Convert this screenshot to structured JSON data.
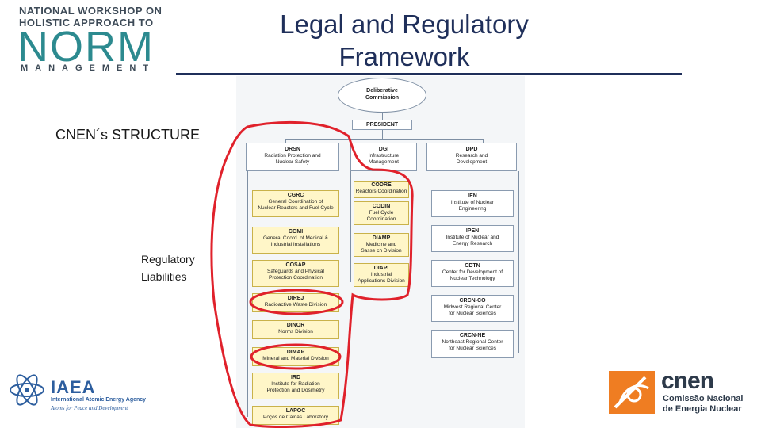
{
  "header": {
    "logo_line1": "NATIONAL WORKSHOP ON",
    "logo_line2": "HOLISTIC APPROACH TO",
    "logo_norm": "NORM",
    "logo_management": "MANAGEMENT",
    "title_line1": "Legal and Regulatory",
    "title_line2": "Framework"
  },
  "left_labels": {
    "structure": "CNEN´s STRUCTURE",
    "regulatory_line1": "Regulatory",
    "regulatory_line2": "Liabilities"
  },
  "orgchart": {
    "commission": {
      "line1": "Deliberative",
      "line2": "Commission"
    },
    "president": "PRESIDENT",
    "directorates": [
      {
        "code": "DRSN",
        "desc1": "Radiation Protection and",
        "desc2": "Nuclear Safety"
      },
      {
        "code": "DGI",
        "desc1": "Infrastructure",
        "desc2": "Management"
      },
      {
        "code": "DPD",
        "desc1": "Research and",
        "desc2": "Development"
      }
    ],
    "drsn_units": [
      {
        "code": "CGRC",
        "desc1": "General Coordination of",
        "desc2": "Nuclear Reactors and Fuel Cycle"
      },
      {
        "code": "CGMI",
        "desc1": "General Coord. of Medical &",
        "desc2": "Industrial Installations"
      },
      {
        "code": "COSAP",
        "desc1": "Safeguards and Physical",
        "desc2": "Protection Coordination"
      },
      {
        "code": "DIREJ",
        "desc1": "Radioactive Waste Division",
        "desc2": ""
      },
      {
        "code": "DINOR",
        "desc1": "Norms Division",
        "desc2": ""
      },
      {
        "code": "DIMAP",
        "desc1": "Mineral and Material Division",
        "desc2": ""
      },
      {
        "code": "IRD",
        "desc1": "Institute for Radiation",
        "desc2": "Protection and Dosimetry"
      },
      {
        "code": "LAPOC",
        "desc1": "Poços de Caldas Laboratory",
        "desc2": ""
      }
    ],
    "dgi_units": [
      {
        "code": "CODRE",
        "desc1": "Reactors Coordination",
        "desc2": ""
      },
      {
        "code": "CODIN",
        "desc1": "Fuel Cycle",
        "desc2": "Coordination"
      },
      {
        "code": "DIAMP",
        "desc1": "Medicine and",
        "desc2": "Sasse ch Division"
      },
      {
        "code": "DIAPI",
        "desc1": "Industrial",
        "desc2": "Applications Division"
      }
    ],
    "dpd_units": [
      {
        "code": "IEN",
        "desc1": "Institute of Nuclear",
        "desc2": "Engineering"
      },
      {
        "code": "IPEN",
        "desc1": "Institute of Nuclear and",
        "desc2": "Energy Research"
      },
      {
        "code": "CDTN",
        "desc1": "Center for Development of",
        "desc2": "Nuclear Technology"
      },
      {
        "code": "CRCN-CO",
        "desc1": "Midwest Regional Center",
        "desc2": "for Nuclear Sciences"
      },
      {
        "code": "CRCN-NE",
        "desc1": "Northeast Regional Center",
        "desc2": "for Nuclear Sciences"
      }
    ]
  },
  "logos": {
    "iaea_name": "IAEA",
    "iaea_sub1": "International Atomic Energy Agency",
    "iaea_sub2": "Atoms for Peace and Development",
    "cnen_word": "cnen",
    "cnen_sub1": "Comissão Nacional",
    "cnen_sub2": "de Energia Nuclear"
  },
  "colors": {
    "title": "#1f2f5a",
    "highlight_red": "#e0212b",
    "norm_teal": "#2c8a8f",
    "cnen_orange": "#ef7d22",
    "iaea_blue": "#2d5e9e"
  }
}
